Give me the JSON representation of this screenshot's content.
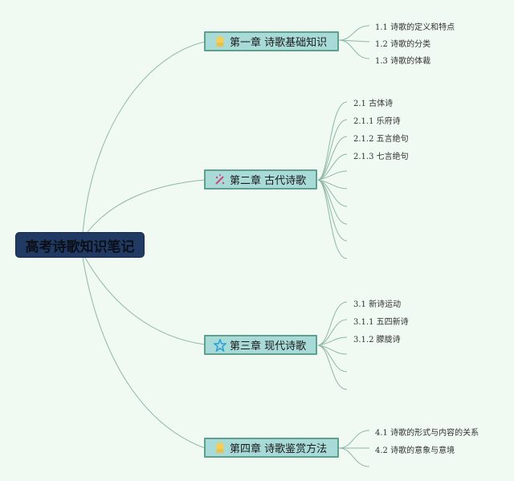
{
  "root": {
    "label": "高考诗歌知识笔记"
  },
  "colors": {
    "background": "#f0f9f2",
    "root_fill": "#213a63",
    "chapter_fill": "#a8dad8",
    "chapter_border": "#5e9f8e",
    "link": "#8fb8a6"
  },
  "chapters": [
    {
      "label": "第一章 诗歌基础知识",
      "icon": "award-ribbon-icon",
      "children": [
        "1.1 诗歌的定义和特点",
        "1.2 诗歌的分类",
        "1.3 诗歌的体裁"
      ]
    },
    {
      "label": "第二章 古代诗歌",
      "icon": "magic-wand-icon",
      "children": [
        "2.1 古体诗",
        "2.1.1 乐府诗",
        "2.1.2 五言绝句",
        "2.1.3 七言绝句",
        "",
        "",
        "",
        "",
        "",
        ""
      ]
    },
    {
      "label": "第三章 现代诗歌",
      "icon": "star-icon",
      "children": [
        "3.1 新诗运动",
        "3.1.1 五四新诗",
        "3.1.2 朦胧诗",
        "",
        "",
        ""
      ]
    },
    {
      "label": "第四章 诗歌鉴赏方法",
      "icon": "award-ribbon-icon",
      "children": [
        "4.1 诗歌的形式与内容的关系",
        "4.2 诗歌的意象与意境",
        ""
      ]
    }
  ]
}
